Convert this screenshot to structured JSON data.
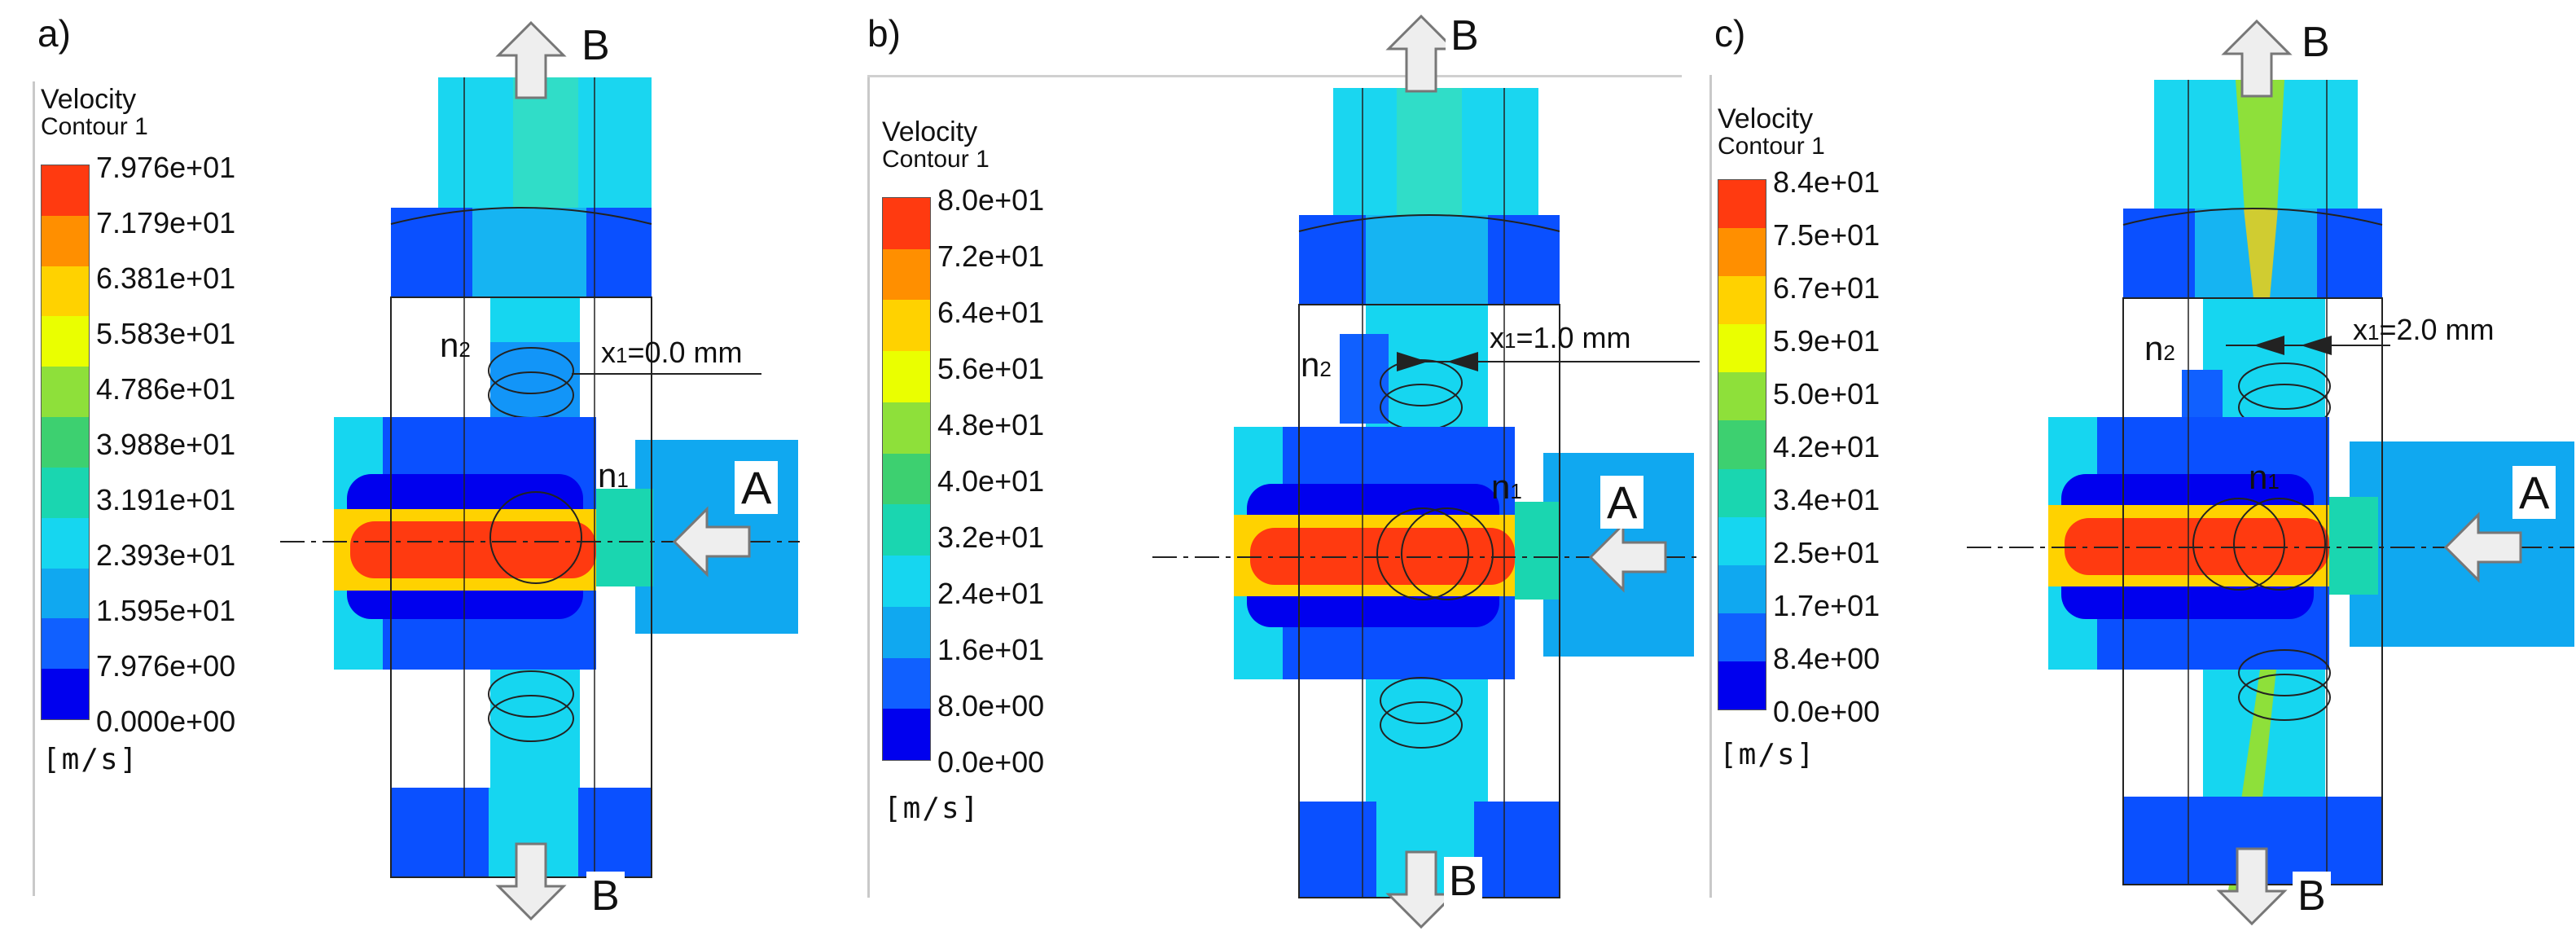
{
  "colors": {
    "scale": [
      "#ff3a10",
      "#ff8f00",
      "#ffd200",
      "#eaff00",
      "#8ee03a",
      "#3dd070",
      "#1ad6b0",
      "#16d6f0",
      "#10a8f0",
      "#1060ff",
      "#0000ee"
    ]
  },
  "panels": [
    {
      "letter": "a)",
      "legend_title": "Velocity",
      "legend_sub": "Contour 1",
      "ticks": [
        "7.976e+01",
        "7.179e+01",
        "6.381e+01",
        "5.583e+01",
        "4.786e+01",
        "3.988e+01",
        "3.191e+01",
        "2.393e+01",
        "1.595e+01",
        "7.976e+00",
        "0.000e+00"
      ],
      "unit": "[m/s]",
      "outlet_top": "B",
      "outlet_bottom": "B",
      "inlet": "A",
      "n2_main": "n",
      "n2_sub": "2",
      "n1_main": "n",
      "n1_sub": "1",
      "x1_main": "x",
      "x1_sub": "1",
      "x1_value": "=0.0 mm"
    },
    {
      "letter": "b)",
      "legend_title": "Velocity",
      "legend_sub": "Contour 1",
      "ticks": [
        "8.0e+01",
        "7.2e+01",
        "6.4e+01",
        "5.6e+01",
        "4.8e+01",
        "4.0e+01",
        "3.2e+01",
        "2.4e+01",
        "1.6e+01",
        "8.0e+00",
        "0.0e+00"
      ],
      "unit": "[m/s]",
      "outlet_top": "B",
      "outlet_bottom": "B",
      "inlet": "A",
      "n2_main": "n",
      "n2_sub": "2",
      "n1_main": "n",
      "n1_sub": "1",
      "x1_main": "x",
      "x1_sub": "1",
      "x1_value": "=1.0 mm"
    },
    {
      "letter": "c)",
      "legend_title": "Velocity",
      "legend_sub": "Contour 1",
      "ticks": [
        "8.4e+01",
        "7.5e+01",
        "6.7e+01",
        "5.9e+01",
        "5.0e+01",
        "4.2e+01",
        "3.4e+01",
        "2.5e+01",
        "1.7e+01",
        "8.4e+00",
        "0.0e+00"
      ],
      "unit": "[m/s]",
      "outlet_top": "B",
      "outlet_bottom": "B",
      "inlet": "A",
      "n2_main": "n",
      "n2_sub": "2",
      "n1_main": "n",
      "n1_sub": "1",
      "x1_main": "x",
      "x1_sub": "1",
      "x1_value": "=2.0 mm"
    }
  ]
}
